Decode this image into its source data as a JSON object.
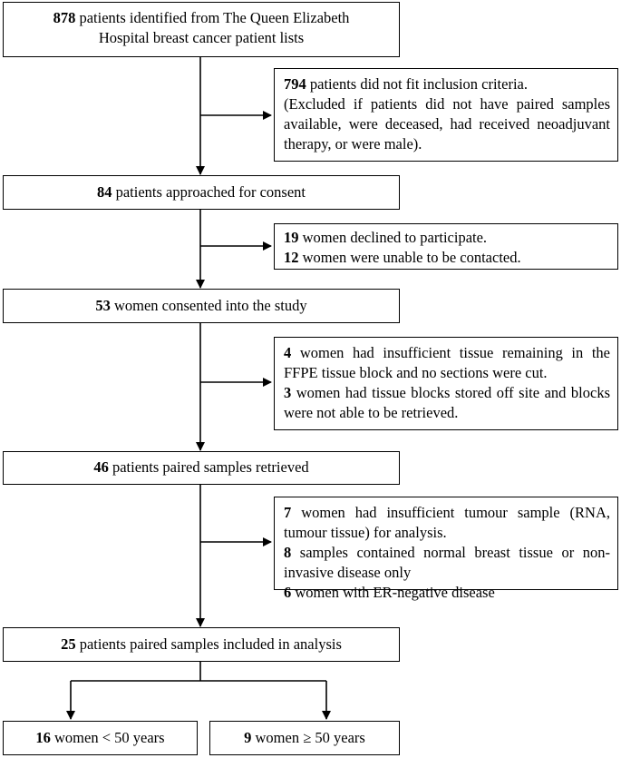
{
  "main": [
    {
      "num": "878",
      "text": " patients identified from The Queen Elizabeth",
      "text2": "Hospital breast cancer patient lists"
    },
    {
      "num": "84",
      "text": " patients approached for consent"
    },
    {
      "num": "53",
      "text": " women consented into the study"
    },
    {
      "num": "46",
      "text": " patients paired samples retrieved"
    },
    {
      "num": "25",
      "text": " patients paired samples included in analysis"
    }
  ],
  "excluded": [
    {
      "items": [
        {
          "num": "794",
          "text": " patients did not fit inclusion criteria."
        },
        {
          "num": "",
          "text": "(Excluded if patients did not have paired samples available, were deceased, had received neoadjuvant therapy, or were male)."
        }
      ]
    },
    {
      "items": [
        {
          "num": "19",
          "text": " women declined to participate."
        },
        {
          "num": "12",
          "text": " women were unable to be contacted."
        }
      ]
    },
    {
      "items": [
        {
          "num": "4",
          "text": " women had insufficient tissue remaining in the FFPE tissue block and no sections were cut."
        },
        {
          "num": "3",
          "text": " women had tissue blocks stored off site and blocks were not able to be retrieved."
        }
      ]
    },
    {
      "items": [
        {
          "num": "7",
          "text": " women had insufficient tumour sample (RNA, tumour tissue) for analysis."
        },
        {
          "num": "8",
          "text": " samples contained normal breast tissue or non-invasive disease only"
        },
        {
          "num": "6",
          "text": " women with ER-negative disease"
        }
      ]
    }
  ],
  "split": [
    {
      "num": "16",
      "text": " women < 50 years"
    },
    {
      "num": "9",
      "text": " women ≥ 50 years"
    }
  ]
}
